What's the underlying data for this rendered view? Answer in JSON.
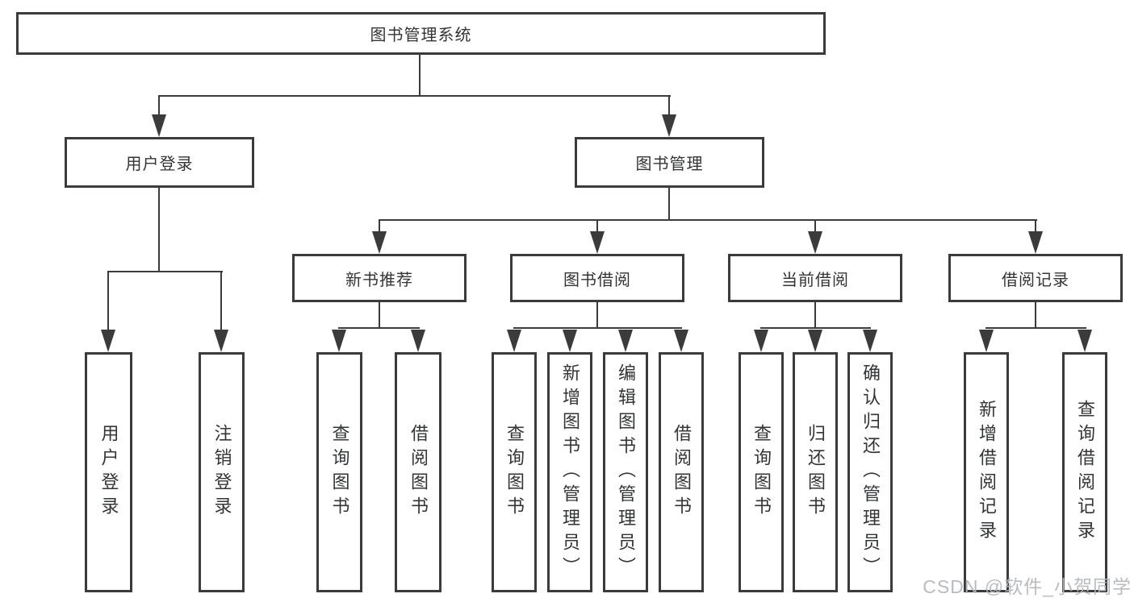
{
  "diagram": {
    "title": "图书管理系统",
    "level2": [
      {
        "label": "用户登录"
      },
      {
        "label": "图书管理"
      }
    ],
    "level3": [
      {
        "label": "新书推荐"
      },
      {
        "label": "图书借阅"
      },
      {
        "label": "当前借阅"
      },
      {
        "label": "借阅记录"
      }
    ],
    "leaves": {
      "user_login": [
        "用户登录",
        "注销登录"
      ],
      "new_book_recommend": [
        "查询图书",
        "借阅图书"
      ],
      "book_borrow": [
        "查询图书",
        "新增图书（管理员）",
        "编辑图书（管理员）",
        "借阅图书"
      ],
      "current_borrow": [
        "查询图书",
        "归还图书",
        "确认归还（管理员）"
      ],
      "borrow_records": [
        "新增借阅记录",
        "查询借阅记录"
      ]
    }
  },
  "watermark": "CSDN @软件_小贺同学",
  "colors": {
    "line": "#3b3b3b",
    "text": "#333436",
    "background": "#ffffff"
  }
}
